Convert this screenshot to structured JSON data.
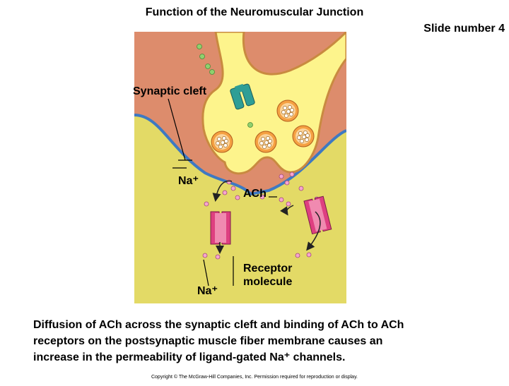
{
  "title": "Function of the Neuromuscular Junction",
  "slide_number": "Slide number 4",
  "labels": {
    "synaptic_cleft": "Synaptic cleft",
    "na_top": "Na⁺",
    "ach": "ACh",
    "na_bottom": "Na⁺",
    "receptor_line1": "Receptor",
    "receptor_line2": "molecule"
  },
  "caption": [
    "Diffusion of ACh across the synaptic cleft and binding of ACh to ACh",
    "receptors on the postsynaptic muscle fiber membrane causes an",
    "increase in the permeability of ligand-gated Na⁺ channels."
  ],
  "copyright": "Copyright © The McGraw-Hill Companies, Inc. Permission required for reproduction or display.",
  "colors": {
    "cleft": "#dd8c6c",
    "muscle": "#e3da66",
    "terminal": "#fdf48c",
    "membrane": "#3e79c2",
    "vesicle": "#f5a142",
    "receptor": "#de3f80",
    "ach_dot": "#f7a5cf",
    "calcium_dot": "#8fd06e"
  }
}
